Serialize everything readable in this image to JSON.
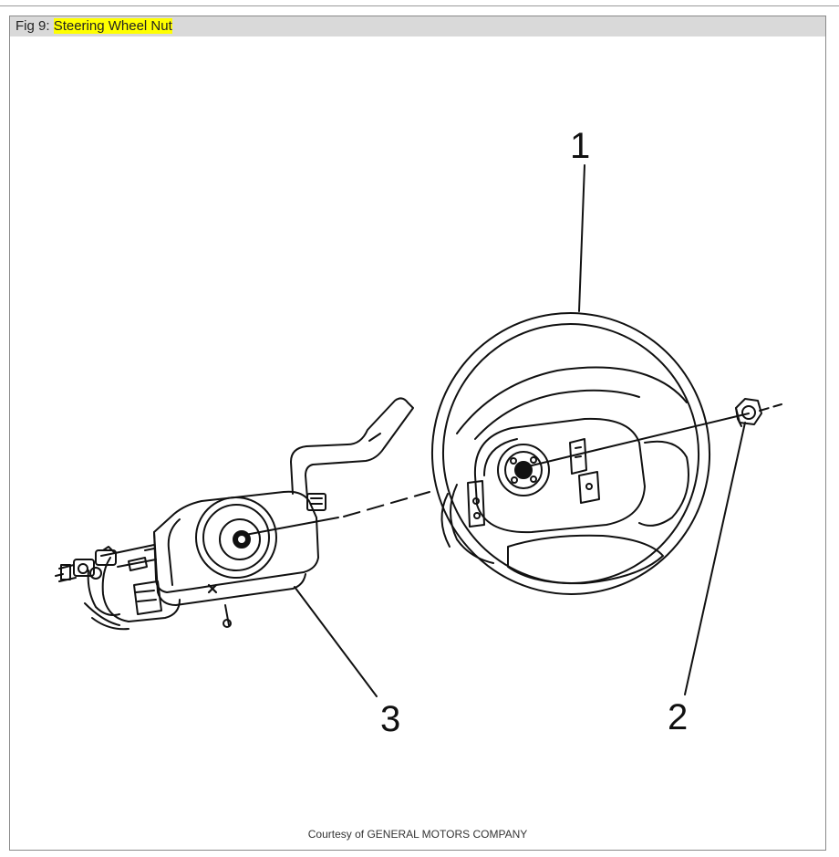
{
  "figure": {
    "label": "Fig 9:",
    "title": "Steering Wheel Nut",
    "highlight_color": "#ffff00",
    "caption_bar_color": "#d9d9d9"
  },
  "callouts": {
    "c1": "1",
    "c2": "2",
    "c3": "3"
  },
  "credit": "Courtesy of GENERAL MOTORS COMPANY"
}
